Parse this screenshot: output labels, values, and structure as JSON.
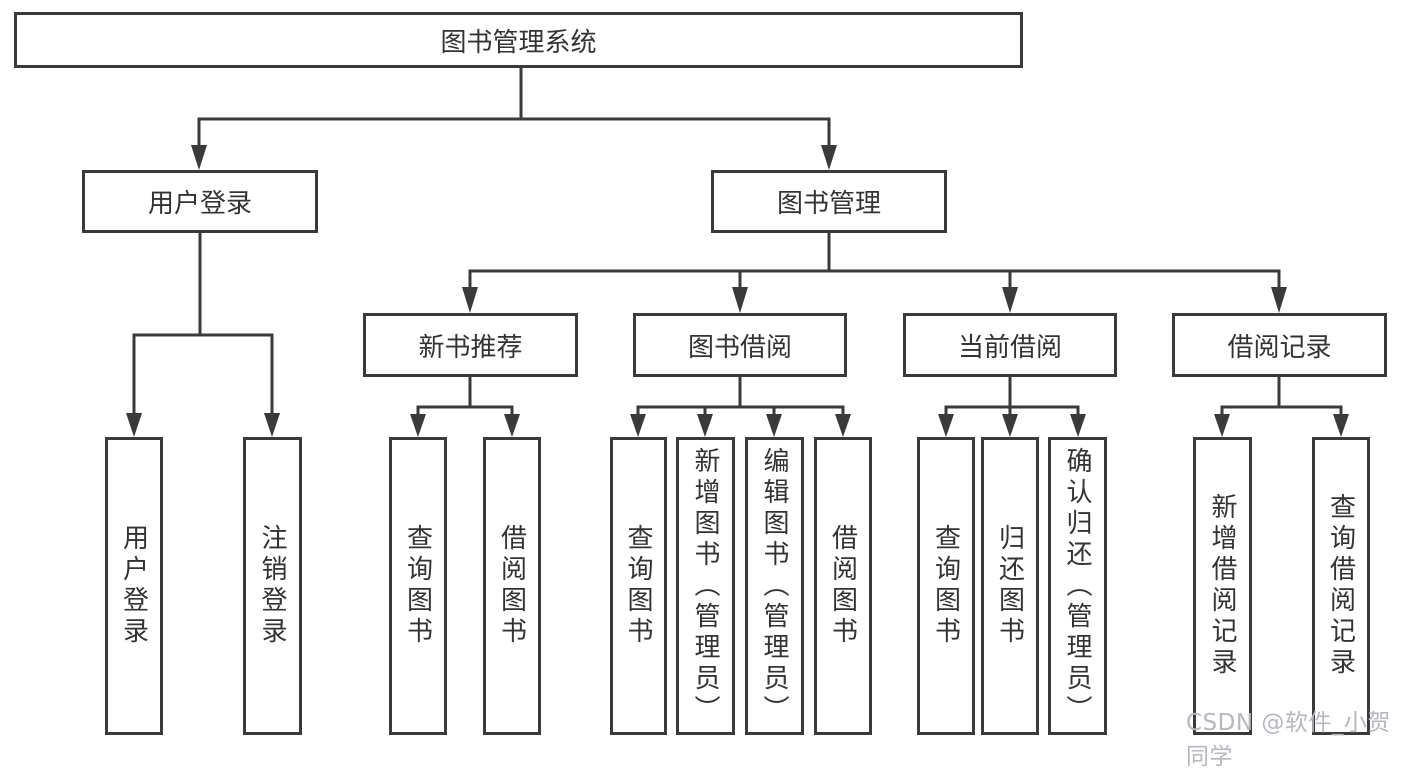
{
  "diagram": {
    "nodes": {
      "root": "图书管理系统",
      "user_login": "用户登录",
      "book_mgmt": "图书管理",
      "new_book_rec": "新书推荐",
      "book_borrow": "图书借阅",
      "current_borrow": "当前借阅",
      "borrow_record": "借阅记录",
      "ul_user_login": "用户登录",
      "ul_logout": "注销登录",
      "nbr_query_book": "查询图书",
      "nbr_borrow_book": "借阅图书",
      "bb_query_book": "查询图书",
      "bb_add_book": "新增图书（管理员）",
      "bb_edit_book": "编辑图书（管理员）",
      "bb_borrow_book": "借阅图书",
      "cb_query_book": "查询图书",
      "cb_return_book": "归还图书",
      "cb_confirm_return": "确认归还（管理员）",
      "br_add_record": "新增借阅记录",
      "br_query_record": "查询借阅记录"
    },
    "colors": {
      "line": "#3a3a3a",
      "text": "#333333",
      "watermark": "#b6b7bf"
    },
    "watermark": "CSDN @软件_小贺同学"
  }
}
